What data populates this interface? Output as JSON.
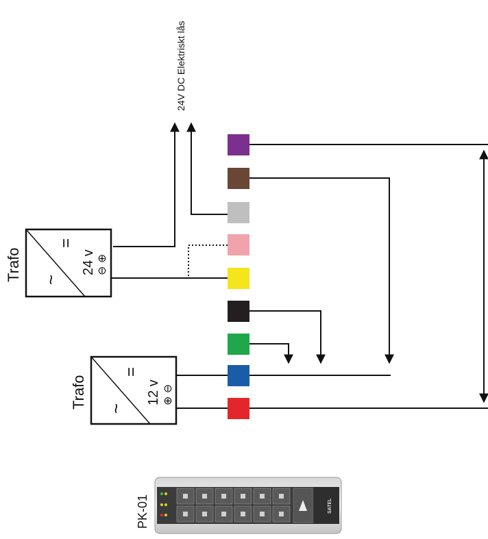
{
  "top_label": "24V DC Elektriskt lås",
  "transformers": [
    {
      "label": "Trafo",
      "voltage": "24 v",
      "polarity": "⊖ ⊕",
      "ac_symbol": "~",
      "dc_symbol": "="
    },
    {
      "label": "Trafo",
      "voltage": "12 v",
      "polarity": "⊕ ⊖",
      "ac_symbol": "~",
      "dc_symbol": "="
    }
  ],
  "wires": [
    {
      "name": "purple",
      "color": "#7b2f8e"
    },
    {
      "name": "brown",
      "color": "#6b4636"
    },
    {
      "name": "grey",
      "color": "#bfbfbf"
    },
    {
      "name": "pink",
      "color": "#f0a3ab"
    },
    {
      "name": "yellow",
      "color": "#f4e51c"
    },
    {
      "name": "black",
      "color": "#231f20"
    },
    {
      "name": "green",
      "color": "#1ea84a"
    },
    {
      "name": "blue",
      "color": "#1a5ca8"
    },
    {
      "name": "red",
      "color": "#e3262b"
    }
  ],
  "device": {
    "label": "PK-01",
    "brand": "SATEL"
  }
}
